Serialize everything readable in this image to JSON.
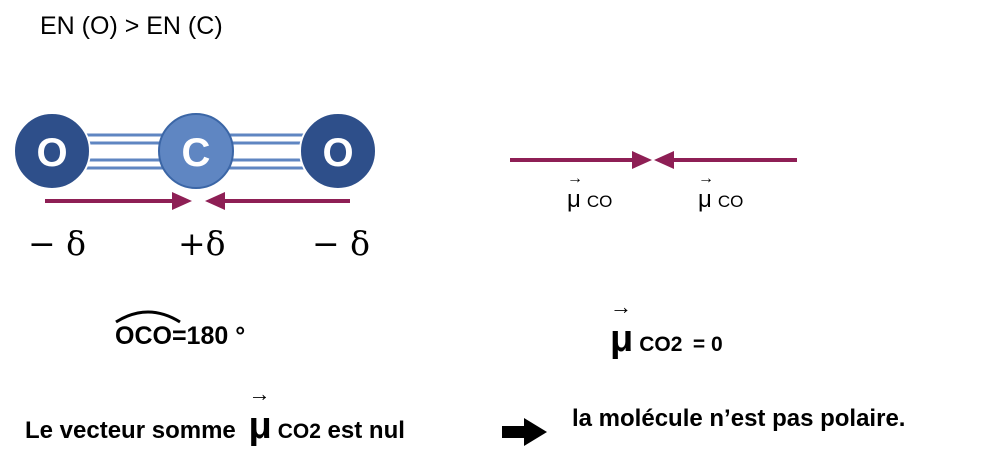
{
  "title": "EN (O) > EN (C)",
  "molecule": {
    "atoms": [
      {
        "label": "O",
        "color": "#2e4f8a"
      },
      {
        "label": "C",
        "color": "#5f86c2"
      },
      {
        "label": "O",
        "color": "#2e4f8a"
      }
    ],
    "bond_color": "#5f86c2",
    "arrow_color": "#8e1f55",
    "charges": [
      "− δ",
      "+δ",
      "− δ"
    ]
  },
  "angle": {
    "atoms": "OCO",
    "value": "=180 °"
  },
  "vectors": {
    "symbol": "μ",
    "arrow": "→",
    "left_sub": "CO",
    "right_sub": "CO",
    "sum_sub": "CO2",
    "sum_value": "= 0"
  },
  "conclusion": {
    "prefix": "Le vecteur somme",
    "sub": "CO2",
    "middle": "est nul",
    "suffix": "la molécule n’est pas polaire."
  }
}
